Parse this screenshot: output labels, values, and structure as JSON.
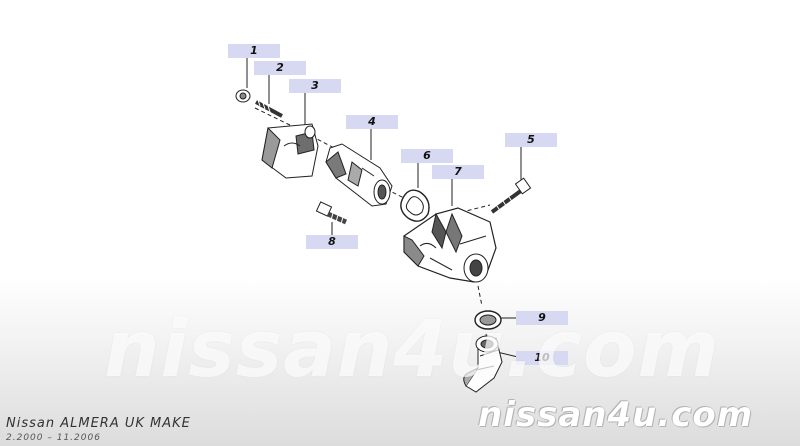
{
  "callouts": [
    "1",
    "2",
    "3",
    "4",
    "5",
    "6",
    "7",
    "8",
    "9",
    "10"
  ],
  "model": {
    "title": "Nissan ALMERA UK MAKE",
    "years": "2.2000 – 11.2006"
  },
  "watermark": {
    "main": "nissan4u.com",
    "footer": "nissan4u.com"
  },
  "colors": {
    "callout_bg": "#d7d8f1",
    "line": "#222222",
    "shade": "#8a8a8a"
  }
}
